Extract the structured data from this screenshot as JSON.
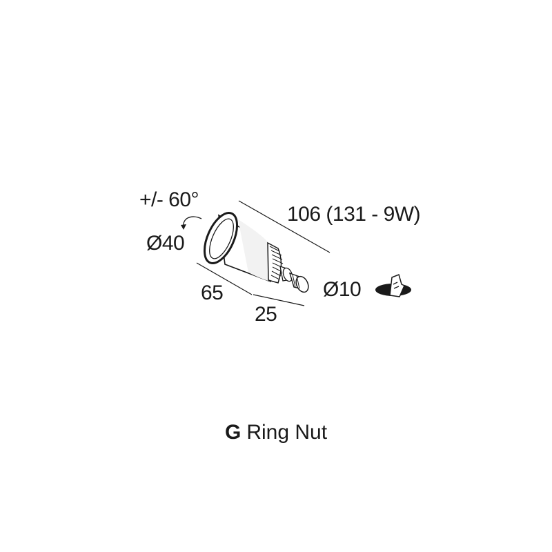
{
  "dimensions": {
    "angle": "+/- 60°",
    "diameter_body": "Ø40",
    "length": "106 (131 - 9W)",
    "length_body": "65",
    "length_tail": "25",
    "diameter_hole": "Ø10"
  },
  "caption": {
    "letter": "G",
    "text": "Ring Nut"
  }
}
